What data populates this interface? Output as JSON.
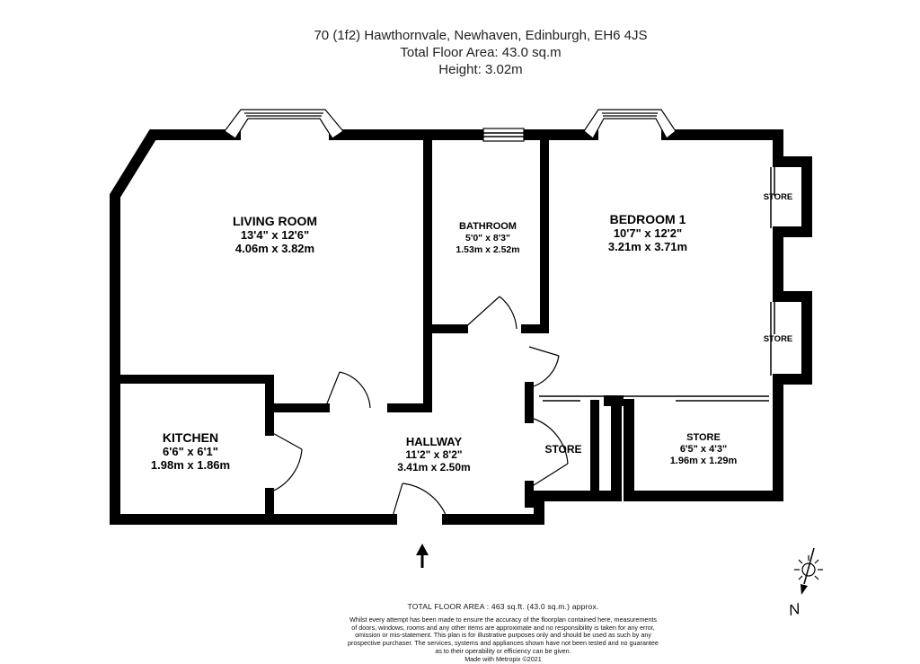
{
  "header": {
    "address": "70 (1f2) Hawthornvale, Newhaven, Edinburgh, EH6 4JS",
    "total_floor_area": "Total Floor Area: 43.0 sq.m",
    "height": "Height: 3.02m"
  },
  "rooms": {
    "living_room": {
      "name": "LIVING ROOM",
      "imperial": "13'4\"  x 12'6\"",
      "metric": "4.06m  x 3.82m"
    },
    "bathroom": {
      "name": "BATHROOM",
      "imperial": "5'0\"  x 8'3\"",
      "metric": "1.53m  x 2.52m"
    },
    "bedroom_1": {
      "name": "BEDROOM 1",
      "imperial": "10'7\"  x 12'2\"",
      "metric": "3.21m  x 3.71m"
    },
    "kitchen": {
      "name": "KITCHEN",
      "imperial": "6'6\"  x 6'1\"",
      "metric": "1.98m  x 1.86m"
    },
    "hallway": {
      "name": "HALLWAY",
      "imperial": "11'2\"  x 8'2\"",
      "metric": "3.41m  x 2.50m"
    },
    "store_main": {
      "name": "STORE",
      "imperial": "6'5\"  x 4'3\"",
      "metric": "1.96m  x 1.29m"
    },
    "store_hall": {
      "name": "STORE"
    },
    "store_upper": {
      "name": "STORE"
    },
    "store_lower": {
      "name": "STORE"
    }
  },
  "compass": {
    "north_label": "N"
  },
  "footer": {
    "area": "TOTAL FLOOR AREA : 463 sq.ft. (43.0 sq.m.) approx.",
    "disclaimer": [
      "Whilst every attempt has been made to ensure the accuracy of the floorplan contained here, measurements",
      "of doors, windows, rooms and any other items are approximate and no responsibility is taken for any error,",
      "omission or mis-statement. This plan is for illustrative purposes only and should be used as such by any",
      "prospective purchaser. The services, systems and appliances shown have not been tested and no guarantee",
      "as to their operability or efficiency can be given."
    ],
    "credit": "Made with Metropix ©2021"
  },
  "colors": {
    "wall": "#000000",
    "window": "#ffffff",
    "text": "#111111"
  }
}
